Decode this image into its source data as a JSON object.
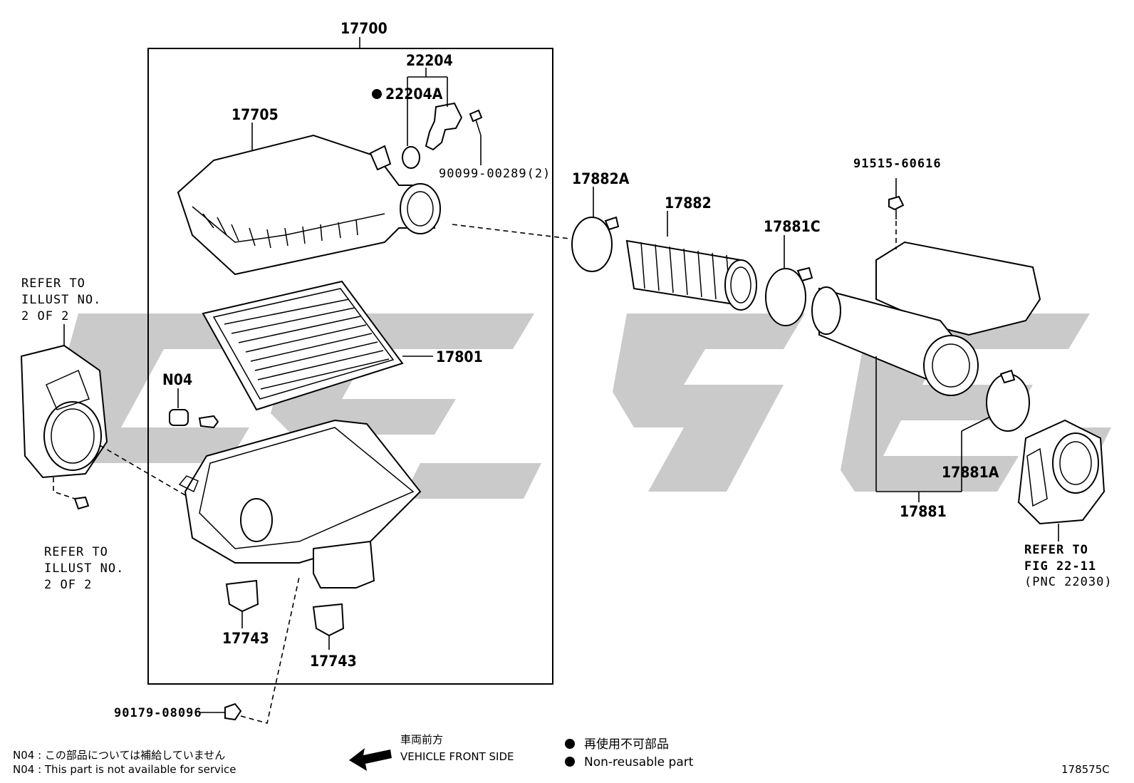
{
  "labels": {
    "p17700": "17700",
    "p22204": "22204",
    "p22204A": "22204A",
    "p17705": "17705",
    "p90099": "90099-00289(2)",
    "p17801": "17801",
    "pN04": "N04",
    "p17743a": "17743",
    "p17743b": "17743",
    "p90179": "90179-08096",
    "p17882A": "17882A",
    "p17882": "17882",
    "p17881C": "17881C",
    "p91515": "91515-60616",
    "p17881A": "17881A",
    "p17881": "17881"
  },
  "refs": {
    "left_top": [
      "REFER TO",
      "ILLUST NO.",
      "2 OF 2"
    ],
    "left_bottom": [
      "REFER TO",
      "ILLUST NO.",
      "2 OF 2"
    ],
    "right": [
      "REFER TO",
      "FIG 22-11",
      "(PNC 22030)"
    ]
  },
  "notes": {
    "n04_jp": "N04 : この部品については補給していません",
    "n04_en": "N04 : This part is not available for service",
    "front_jp": "車両前方",
    "front_en": "VEHICLE FRONT SIDE",
    "nonreuse_jp": "再使用不可部品",
    "nonreuse_en": "Non-reusable part"
  },
  "figure_id": "178575C",
  "watermark_color": "#9e9e9e"
}
